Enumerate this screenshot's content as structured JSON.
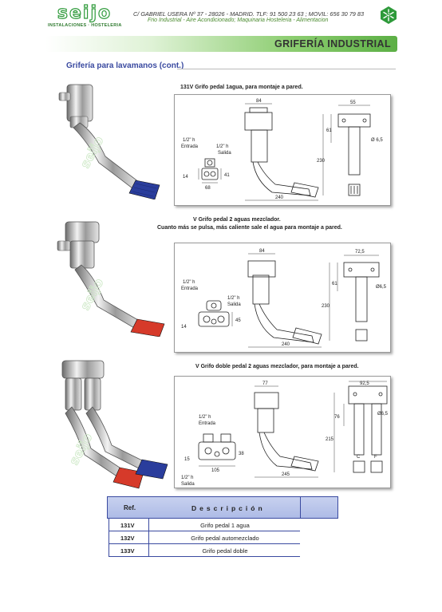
{
  "header": {
    "logo_word": "seijo",
    "logo_sub": "INSTALACIONES · HOSTELERIA",
    "contact": "C/ GABRIEL USERA Nº 37 - 28026 - MADRID. TLF: 91 500 23 63 ; MOVIL: 656 30 79 83",
    "services": "Frio Industrial - Aire Acondicionado; Maquinaria Hosteleria - Alimentacion",
    "badge_caption": "",
    "brand_color": "#2e9a3a"
  },
  "title_bar": {
    "title": "GRIFERÍA  INDUSTRIAL"
  },
  "section": {
    "heading": "Grifería para lavamanos (cont.)"
  },
  "products": [
    {
      "caption": "131V Grifo pedal 1agua, para montaje a pared.",
      "pedal_color": "#2a3d9c",
      "labels": {
        "inlet": "1/2\" h",
        "inlet_name": "Entrada",
        "outlet": "1/2\" h",
        "outlet_name": "Salida"
      },
      "dims": {
        "a": "84",
        "b": "55",
        "c": "61",
        "d": "Ø 6,5",
        "e": "230",
        "f": "41",
        "g": "14",
        "h": "68",
        "i": "240"
      }
    },
    {
      "caption": "V Grifo pedal 2 aguas mezclador.",
      "caption2": "Cuanto más se pulsa, más caliente sale el agua para montaje a pared.",
      "pedal_color": "#d63a2a",
      "labels": {
        "inlet": "1/2\" h",
        "inlet_name": "Entrada",
        "outlet": "1/2\" h",
        "outlet_name": "Salida"
      },
      "dims": {
        "a": "84",
        "b": "72,5",
        "c": "61",
        "d": "Ø6,5",
        "e": "230",
        "f": "45",
        "g": "14",
        "i": "240"
      }
    },
    {
      "caption": "V Grifo doble pedal 2 aguas mezclador, para montaje a pared.",
      "pedal_colors": [
        "#d63a2a",
        "#2a3d9c"
      ],
      "labels": {
        "inlet": "1/2\" h",
        "inlet_name": "Entrada",
        "outlet": "1/2\" h",
        "outlet_name": "Salida"
      },
      "dims": {
        "a": "77",
        "b": "92,5",
        "c": "76",
        "d": "Ø6,5",
        "e": "215",
        "f": "38",
        "g": "15",
        "h": "105",
        "i": "245",
        "cold": "C",
        "hot": "F"
      }
    }
  ],
  "table": {
    "header_ref": "Ref.",
    "header_desc": "Descripción",
    "rows": [
      {
        "ref": "131V",
        "desc": "Grifo pedal 1 agua"
      },
      {
        "ref": "132V",
        "desc": "Grifo pedal automezclado"
      },
      {
        "ref": "133V",
        "desc": "Grifo pedal doble"
      }
    ]
  }
}
